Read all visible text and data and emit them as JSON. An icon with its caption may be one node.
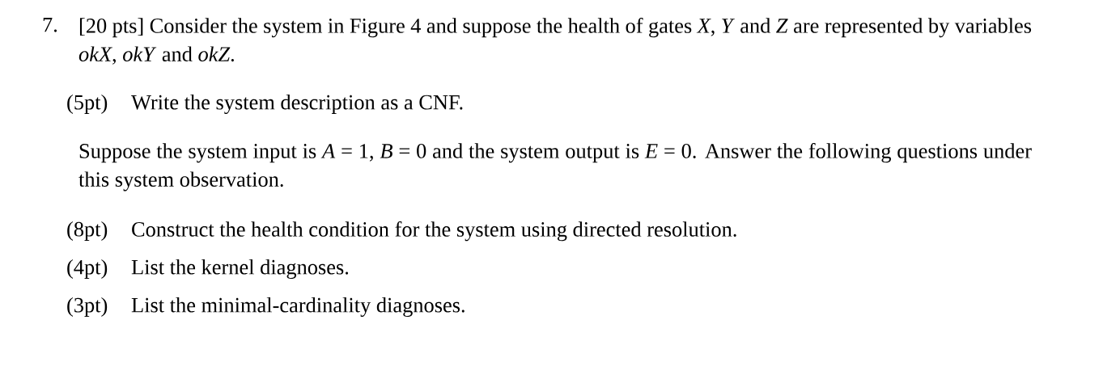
{
  "diagram": {
    "labels": [
      "7.",
      "[20 pts] Consider the system in Figure 4 and suppose the health of gates *X*, *Y* and *Z* are represented by variables *okX*, *okY* and *okZ*.",
      "(5pt)",
      "Write the system description as a CNF.",
      "Suppose the system input is *A* = 1, *B* = 0 and the system output is *E* = 0. Answer the following questions under this system observation.",
      "(8pt)",
      "Construct the health condition for the system using directed resolution.",
      "(4pt)",
      "List the kernel diagnoses.",
      "(3pt)",
      "List the minimal-cardinality diagnoses."
    ]
  }
}
